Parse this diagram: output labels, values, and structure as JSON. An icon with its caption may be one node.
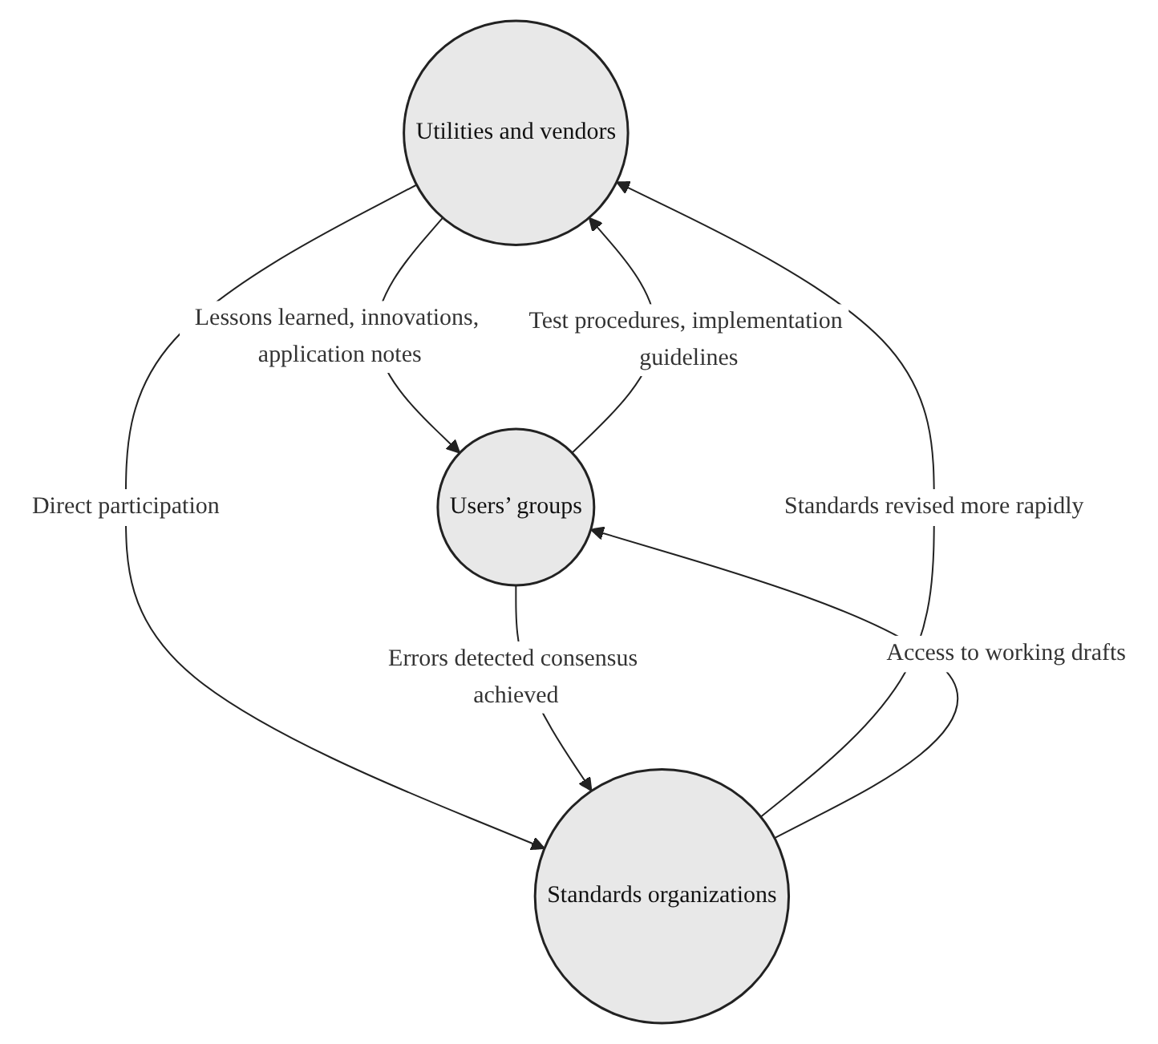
{
  "diagram": {
    "nodes": [
      {
        "text": [
          "Utilities and vendors"
        ]
      },
      {
        "text": [
          "Users’ groups"
        ]
      },
      {
        "text": [
          "Standards organizations"
        ]
      }
    ],
    "edges": [
      {
        "from": 0,
        "to": 1,
        "arrow": "to",
        "label": "Lessons learned, innovations, application notes"
      },
      {
        "from": 1,
        "to": 0,
        "arrow": "to",
        "label": "Test procedures, implementation guidelines"
      },
      {
        "from": 0,
        "to": 2,
        "arrow": "to",
        "label": "Direct participation"
      },
      {
        "from": 2,
        "to": 0,
        "arrow": "to",
        "label": "Standards revised more rapidly"
      },
      {
        "from": 2,
        "to": 1,
        "arrow": "to",
        "label": "Access to working drafts"
      },
      {
        "from": 1,
        "to": 2,
        "arrow": "to",
        "label": "Errors detected consensus achieved"
      }
    ]
  }
}
